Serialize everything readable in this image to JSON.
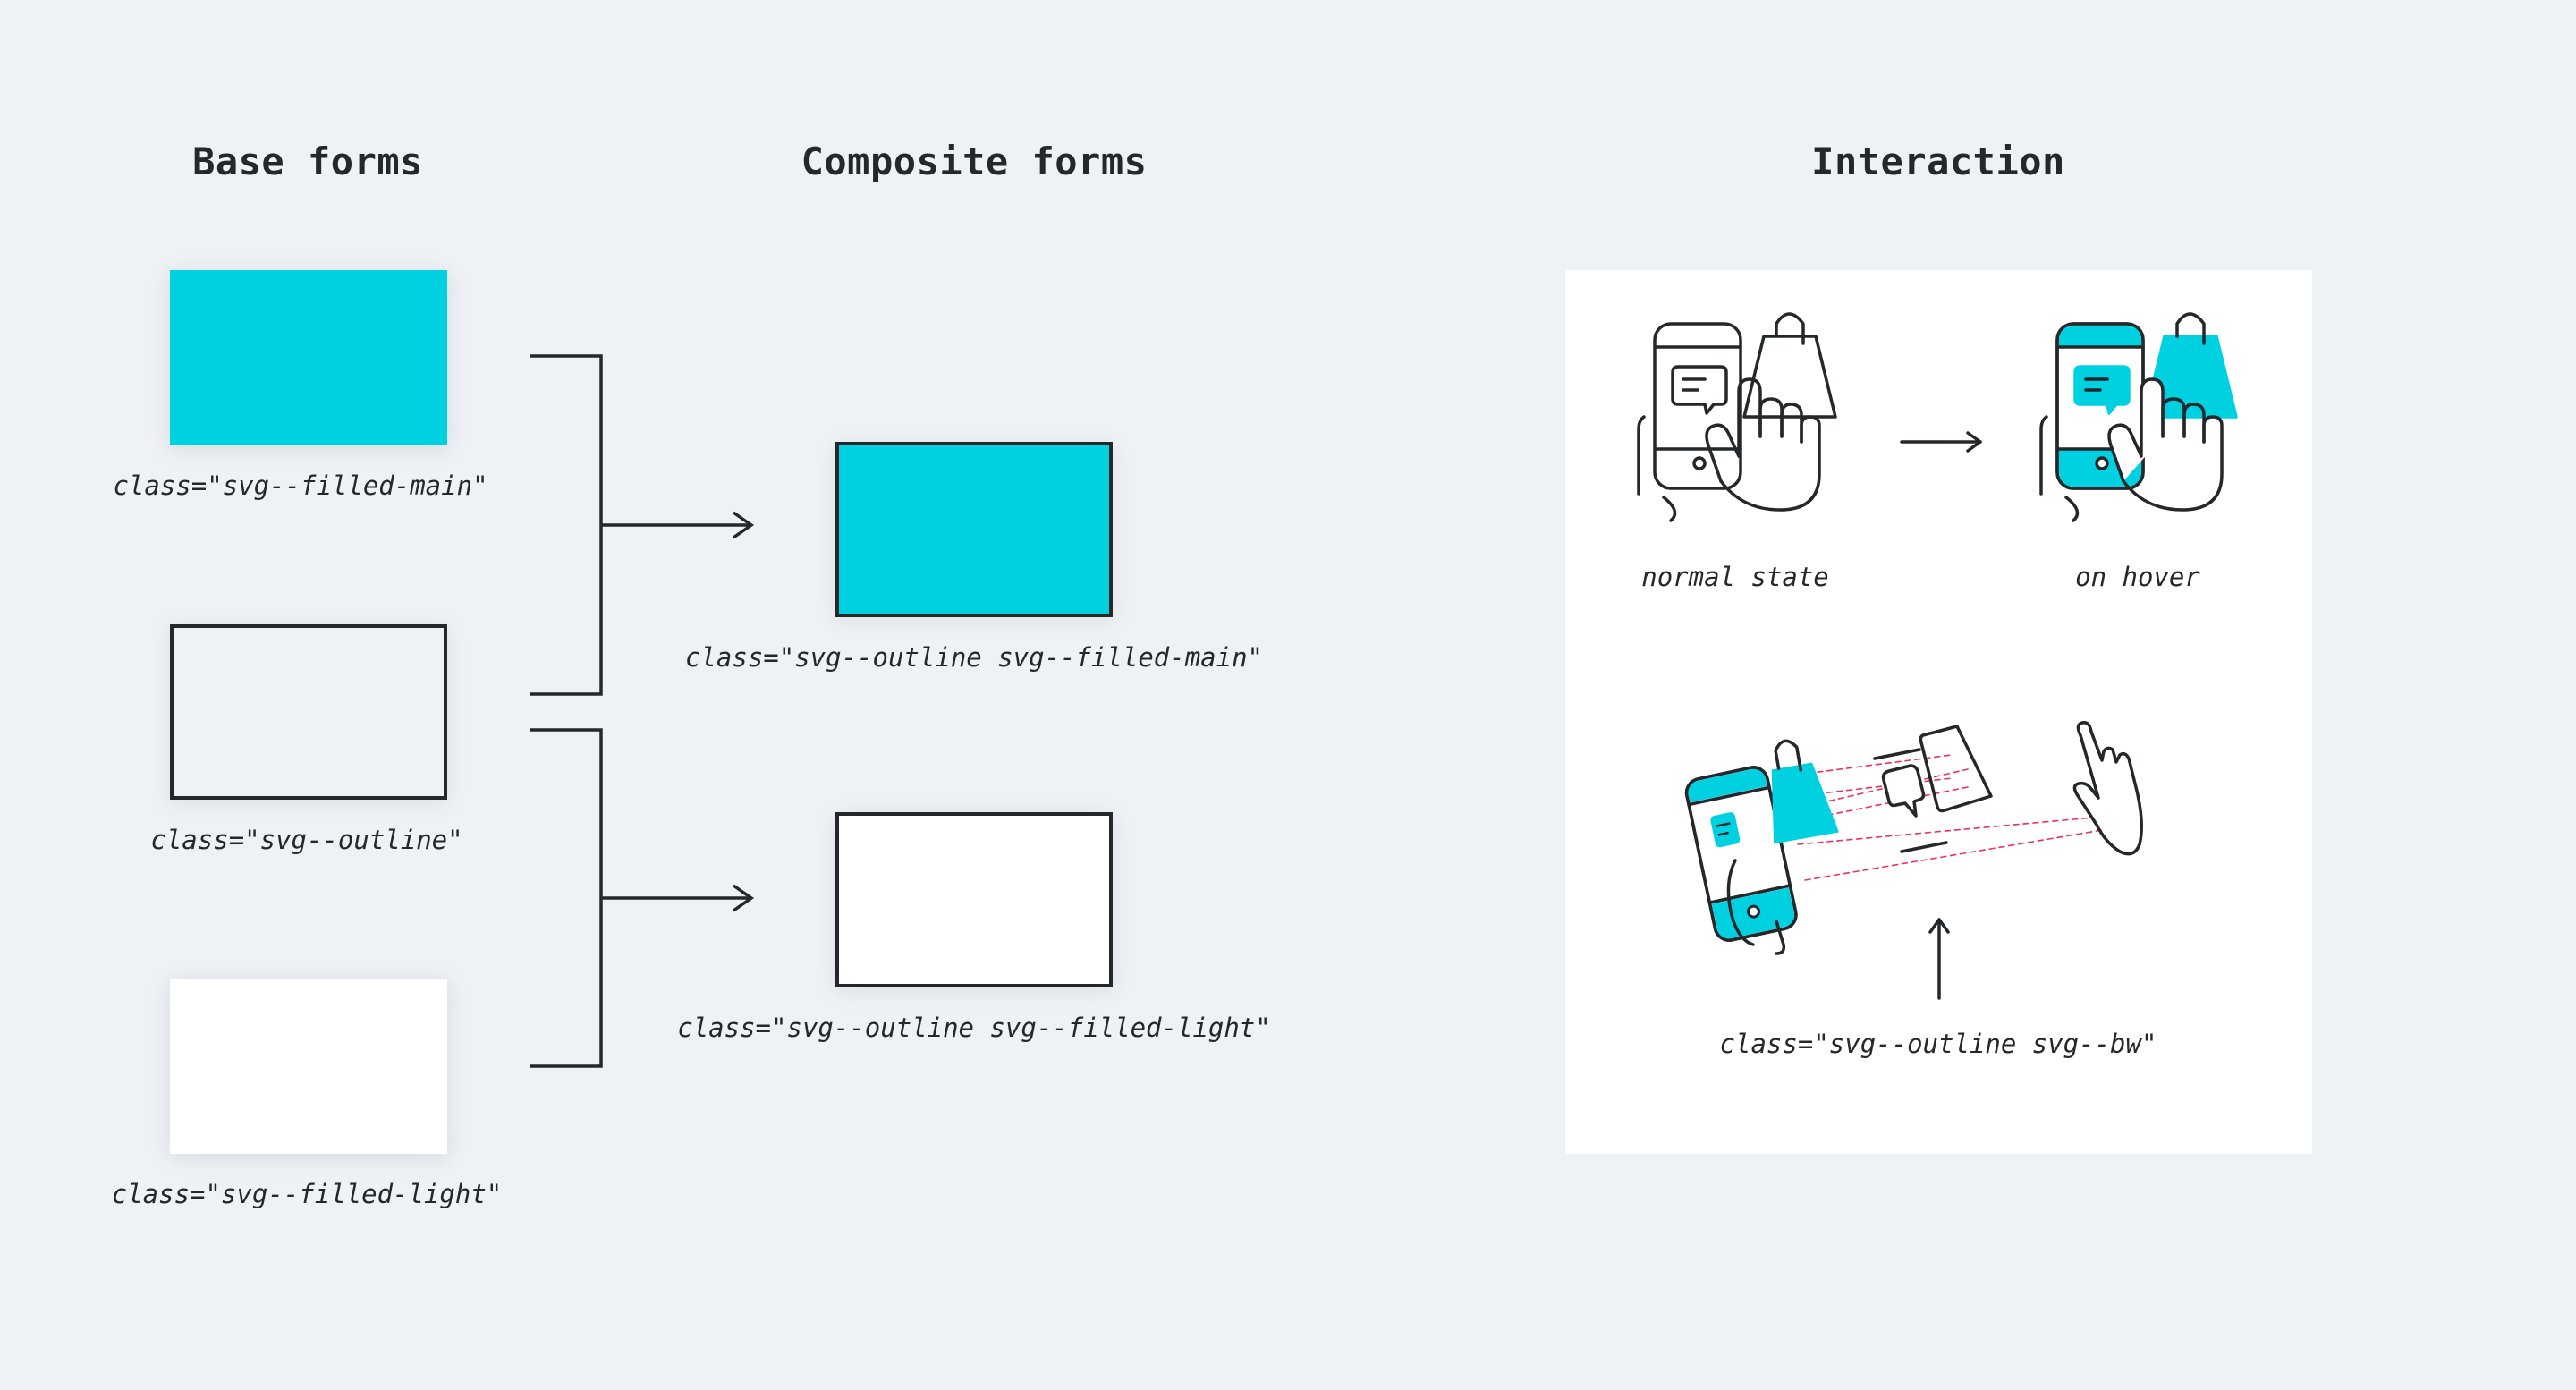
{
  "headings": {
    "base": "Base forms",
    "composite": "Composite forms",
    "interaction": "Interaction"
  },
  "base_forms": [
    {
      "class_name": "svg--filled-main"
    },
    {
      "class_name": "svg--outline"
    },
    {
      "class_name": "svg--filled-light"
    }
  ],
  "composite_forms": [
    {
      "class_name": "svg--outline svg--filled-main"
    },
    {
      "class_name": "svg--outline svg--filled-light"
    }
  ],
  "interaction": {
    "normal_label": "normal state",
    "hover_label": "on hover",
    "exploded_class_name": "svg--outline svg--bw"
  },
  "caption_prefix": "class=",
  "colors": {
    "main": "#00d1e1",
    "outline": "#25282b",
    "light": "#ffffff",
    "background": "#eff2f5",
    "guide": "#e8345f"
  },
  "icons": [
    "phone-icon",
    "chat-bubble-icon",
    "shopping-bag-icon",
    "hand-icon",
    "arrow-right-icon",
    "arrow-up-icon",
    "bracket-connector"
  ]
}
